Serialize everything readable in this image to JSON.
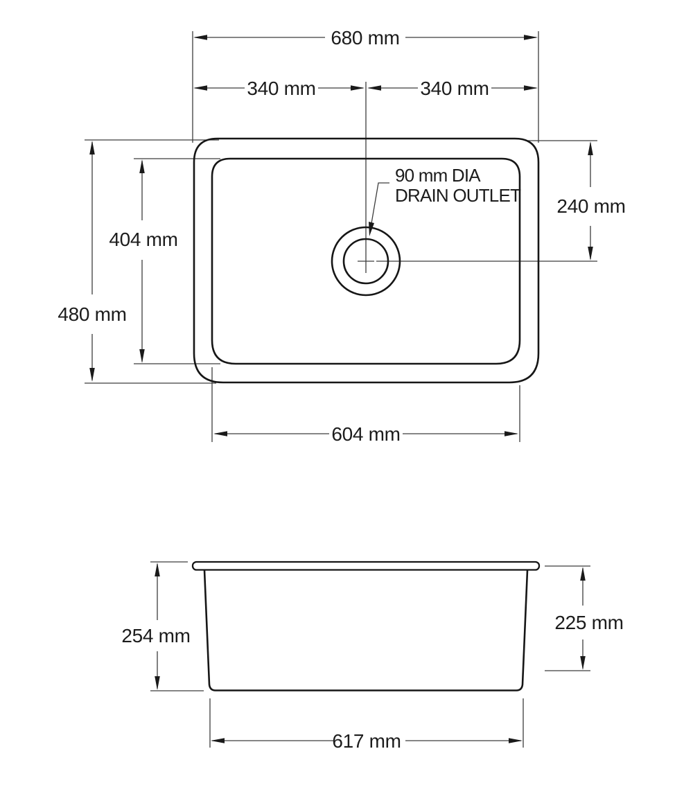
{
  "top_view": {
    "dim_overall_width": "680 mm",
    "dim_center_left": "340 mm",
    "dim_center_right": "340 mm",
    "dim_inner_length": "404 mm",
    "dim_overall_length": "480 mm",
    "dim_drain_from_top": "240 mm",
    "dim_inner_width": "604 mm",
    "drain_note": {
      "line1": "90 mm DIA",
      "line2": "DRAIN OUTLET"
    }
  },
  "side_view": {
    "dim_overall_depth": "254 mm",
    "dim_inner_depth": "225 mm",
    "dim_base_width": "617 mm"
  }
}
